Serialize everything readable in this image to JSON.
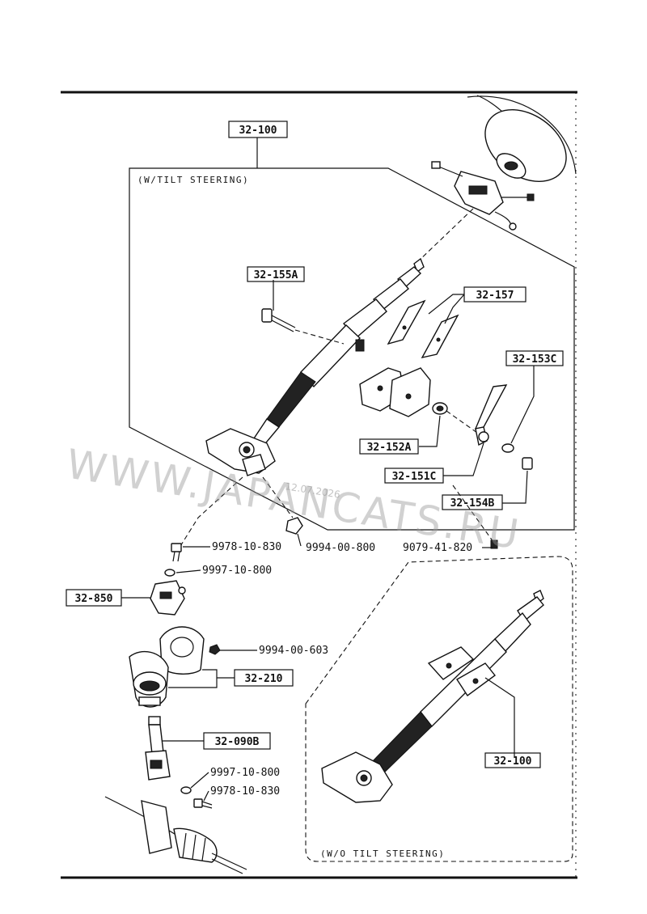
{
  "captions": {
    "tilt": "(W/TILT STEERING)",
    "no_tilt": "(W/O TILT STEERING)"
  },
  "part_refs": {
    "p32_100_top": "32-100",
    "p32_155A": "32-155A",
    "p32_157": "32-157",
    "p32_153C": "32-153C",
    "p32_152A": "32-152A",
    "p32_151C": "32-151C",
    "p32_154B": "32-154B",
    "p32_850": "32-850",
    "p32_210": "32-210",
    "p32_090B": "32-090B",
    "p32_100_bottom": "32-100"
  },
  "part_numbers": {
    "n9994_00_800": "9994-00-800",
    "n9079_41_820": "9079-41-820",
    "n9978_10_830_top": "9978-10-830",
    "n9997_10_800_top": "9997-10-800",
    "n9994_00_603": "9994-00-603",
    "n9997_10_800_bottom": "9997-10-800",
    "n9978_10_830_bottom": "9978-10-830"
  },
  "watermark": {
    "text": "WWW.JAPANCATS.RU",
    "date": "12.07.2026"
  },
  "colors": {
    "ink": "#111111",
    "watermark": "#9a9a9a",
    "background": "#ffffff"
  }
}
